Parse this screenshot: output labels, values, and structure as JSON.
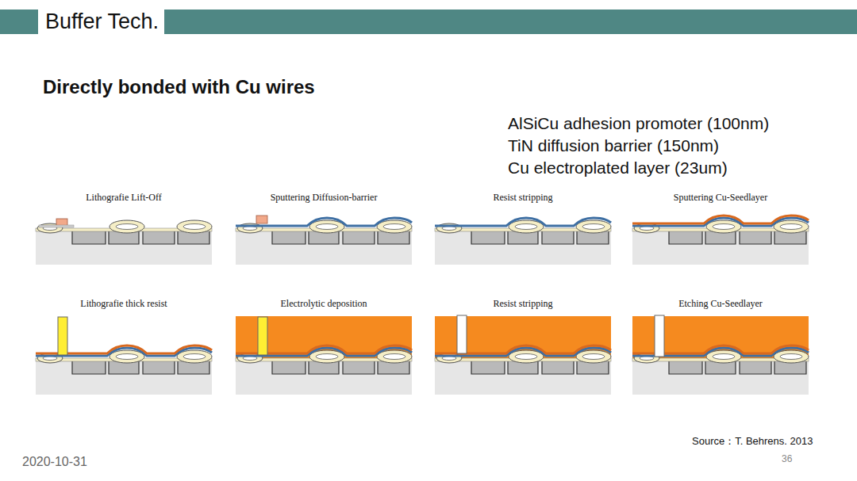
{
  "diagram": {
    "title": "Buffer Tech.",
    "labels": [
      "Directly bonded with Cu wires",
      "AlSiCu adhesion promoter (100nm)",
      "TiN diffusion barrier (150nm)",
      "Cu electroplated layer (23um)",
      "Lithografie Lift-Off",
      "Sputtering Diffusion-barrier",
      "Resist stripping",
      "Sputtering Cu-Seedlayer",
      "Lithografie thick resist",
      "Electrolytic deposition",
      "Resist stripping",
      "Etching Cu-Seedlayer",
      "Source：T. Behrens. 2013",
      "2020-10-31",
      "36"
    ]
  }
}
